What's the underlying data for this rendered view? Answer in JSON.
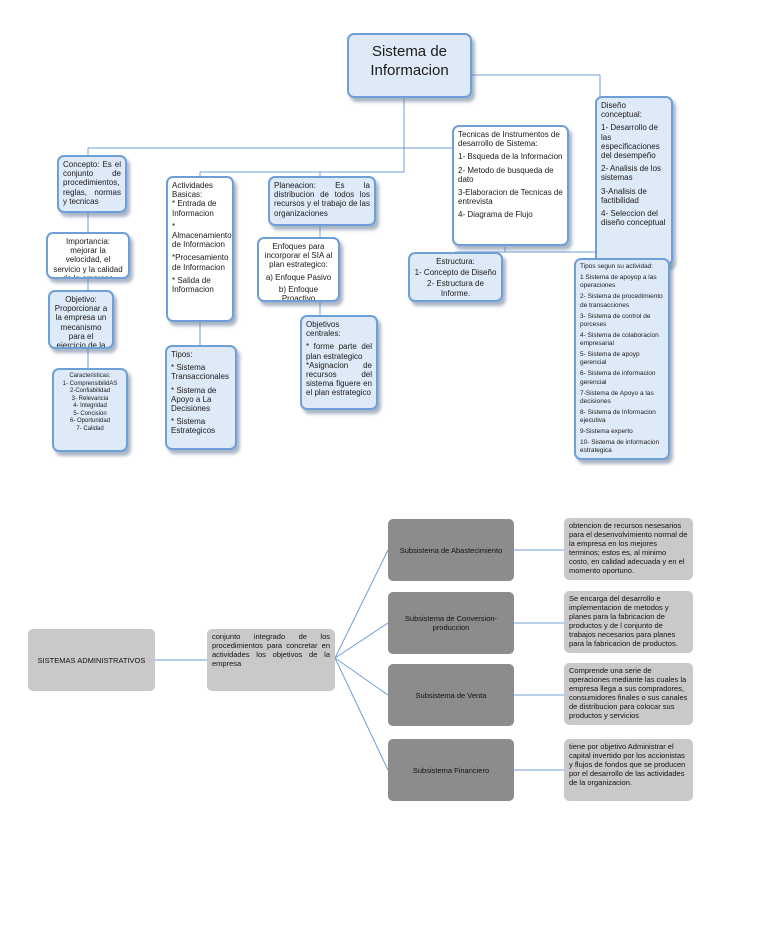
{
  "map1": {
    "root": "Sistema de Informacion",
    "concepto": "Concepto: Es el conjunto de procedimientos, reglas, normas y tecnicas",
    "importancia": "Importancia: mejorar la velocidad, el servicio y la calidad de la empresa",
    "objetivo": "Objetivo: Proporcionar a la empresa un mecanismo para el ejercicio de la administracion",
    "caracteristicas": {
      "title": "Caracteristicas:",
      "items": [
        "1- ComprensibilidAS",
        "2-Confiabilidad",
        "3- Relevancia",
        "4- Integridad",
        "5- Concision",
        "6- Oportunidad",
        "7- Calidad"
      ]
    },
    "actividades": {
      "title": "Actividades Basicas:",
      "items": [
        "* Entrada de Informacion",
        "* Almacenamiento de Informacion",
        "*Procesamiento de Informacion",
        "* Salida de Informacion"
      ]
    },
    "tipos": {
      "title": "Tipos:",
      "items": [
        "* Sistema Transaccionales",
        "* Sistema de Apoyo a La Decisiones",
        "* Sistema Estrategicos"
      ]
    },
    "planeacion": "Planeacion: Es la distribucion de todos los recursos y el trabajo de las organizaciones",
    "enfoques": {
      "title": "Enfoques para incorporar el SIA al plan estrategico:",
      "items": [
        "a) Enfoque Pasivo",
        "b) Enfoque Proactivo"
      ]
    },
    "objetivos_centrales": {
      "title": "Objetivos centrales:",
      "items": [
        "* forme parte del plan estrategico",
        "*Asignacion de recursos del sistema figuere en el plan estrategico"
      ]
    },
    "tecnicas": {
      "title": "Tecnicas de Instrumentos de desarrollo de Sistema:",
      "items": [
        "1- Bsqueda de la Informacion",
        "2- Metodo de busqueda de dato",
        "3-Elaboracion de Tecnicas de entrevista",
        "4- Diagrama de Flujo"
      ]
    },
    "estructura": {
      "title": "Estructura:",
      "items": [
        "1- Concepto de Diseño",
        "2- Estructura de Informe."
      ]
    },
    "diseno": {
      "title": "Diseño conceptual:",
      "items": [
        "1- Desarrollo de las especificaciones del desempeño",
        "2- Analisis de los sistemas",
        "3-Analisis de factibilidad",
        "4- Seleccion del diseño conceptual"
      ]
    },
    "tipos_actividad": {
      "title": "Tipos segun su actividad:",
      "items": [
        "1 Sistema de apoyop a las operaciones",
        "2- Sistema de procedimiento de transacciones",
        "3- Sistema de control de porceses",
        "4- Sistema de colaboracion empresarial",
        "5- Sistema de apoyp gerencial",
        "6- Sistema de informacion gerencial",
        "7-Sistema de Apoyo a las decisiones",
        "8- Sistema de Informacion ejecutiva",
        "9-Sistema experto",
        "10- Sistema de informacion estrategica"
      ]
    }
  },
  "map2": {
    "root": "SISTEMAS ADMINISTRATIVOS",
    "definition": "conjunto integrado de los procedimientos para concretar en actividades los objetivos de la empresa",
    "subsystems": [
      {
        "name": "Subsistema de Abastecimiento",
        "description": "obtencion de recursos nesesarios para el desenvolvimiento normal de la empresa en los mejores terminos; estos es, al minimo costo, en calidad adecuada y en el momento oportuno."
      },
      {
        "name": "Subsistema de Conversion- produccion",
        "description": "Se encarga del desarrollo e implementacion de metodos y planes para la fabricacion de productos y de l conjunto de trabajos necesarios para planes para la fabricacion de productos."
      },
      {
        "name": "Subsistema de Venta",
        "description": "Comprende una serie de operaciones mediante las cuales la empresa llega a sus compradores, consumidores finales o sus canales de distribucion para colocar sus productos y servicios"
      },
      {
        "name": "Subsistema Financiero",
        "description": "tiene por objetivo Administrar el capital invertido por los accionistas y flujos de fondos que se producen por el desarrollo de las actividades de la organizacion."
      }
    ]
  }
}
